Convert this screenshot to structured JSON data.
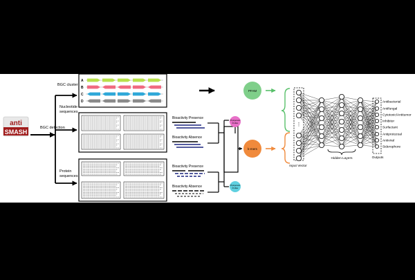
{
  "logo": {
    "anti": "anti",
    "smash": "SMASH"
  },
  "labels": {
    "bgc_detection": "BGC detection",
    "bgc_cluster": "BGC cluster",
    "nucleotide_line1": "Nucleotide",
    "nucleotide_line2": "sequences",
    "protein_line1": "Protein",
    "protein_line2": "sequences"
  },
  "clusters": [
    {
      "letter": "A",
      "color": "#b8e04a"
    },
    {
      "letter": "B",
      "color": "#f06a80"
    },
    {
      "letter": "C",
      "color": "#2fa8d8"
    },
    {
      "letter": "D",
      "color": "#8a8a8a"
    }
  ],
  "bioactivity": {
    "presence_1": "Bioactivity Presence",
    "absence_1": "Bioactivity Absence",
    "presence_2": "Bioactivity Presence",
    "absence_2": "Bioactivity Absence"
  },
  "nodes": {
    "pfam": "PFAM",
    "kmers": "k-mers",
    "profile_1_line1": "Phylogenetic",
    "profile_1_line2": "Profiles",
    "profile_2_line1": "Phylogenetic",
    "profile_2_line2": "Profiles"
  },
  "colors": {
    "pfam": "#7fcf8a",
    "kmers": "#f08a3c",
    "profile_pink": "#e870c8",
    "profile_cyan": "#5fd0e0",
    "brace_green": "#58c06a",
    "brace_orange": "#f08a3c"
  },
  "network": {
    "input_label": "Input Vector",
    "hidden_label": "Hidden Layers",
    "outputs_label": "Outputs",
    "ellipsis": "⋮"
  },
  "outputs": [
    "Antibacterial",
    "Antifungal",
    "Cytotoxic/Antitumor",
    "Inhibitor",
    "Surfactant",
    "Antiprotozoal",
    "Antiviral",
    "Siderophore"
  ]
}
